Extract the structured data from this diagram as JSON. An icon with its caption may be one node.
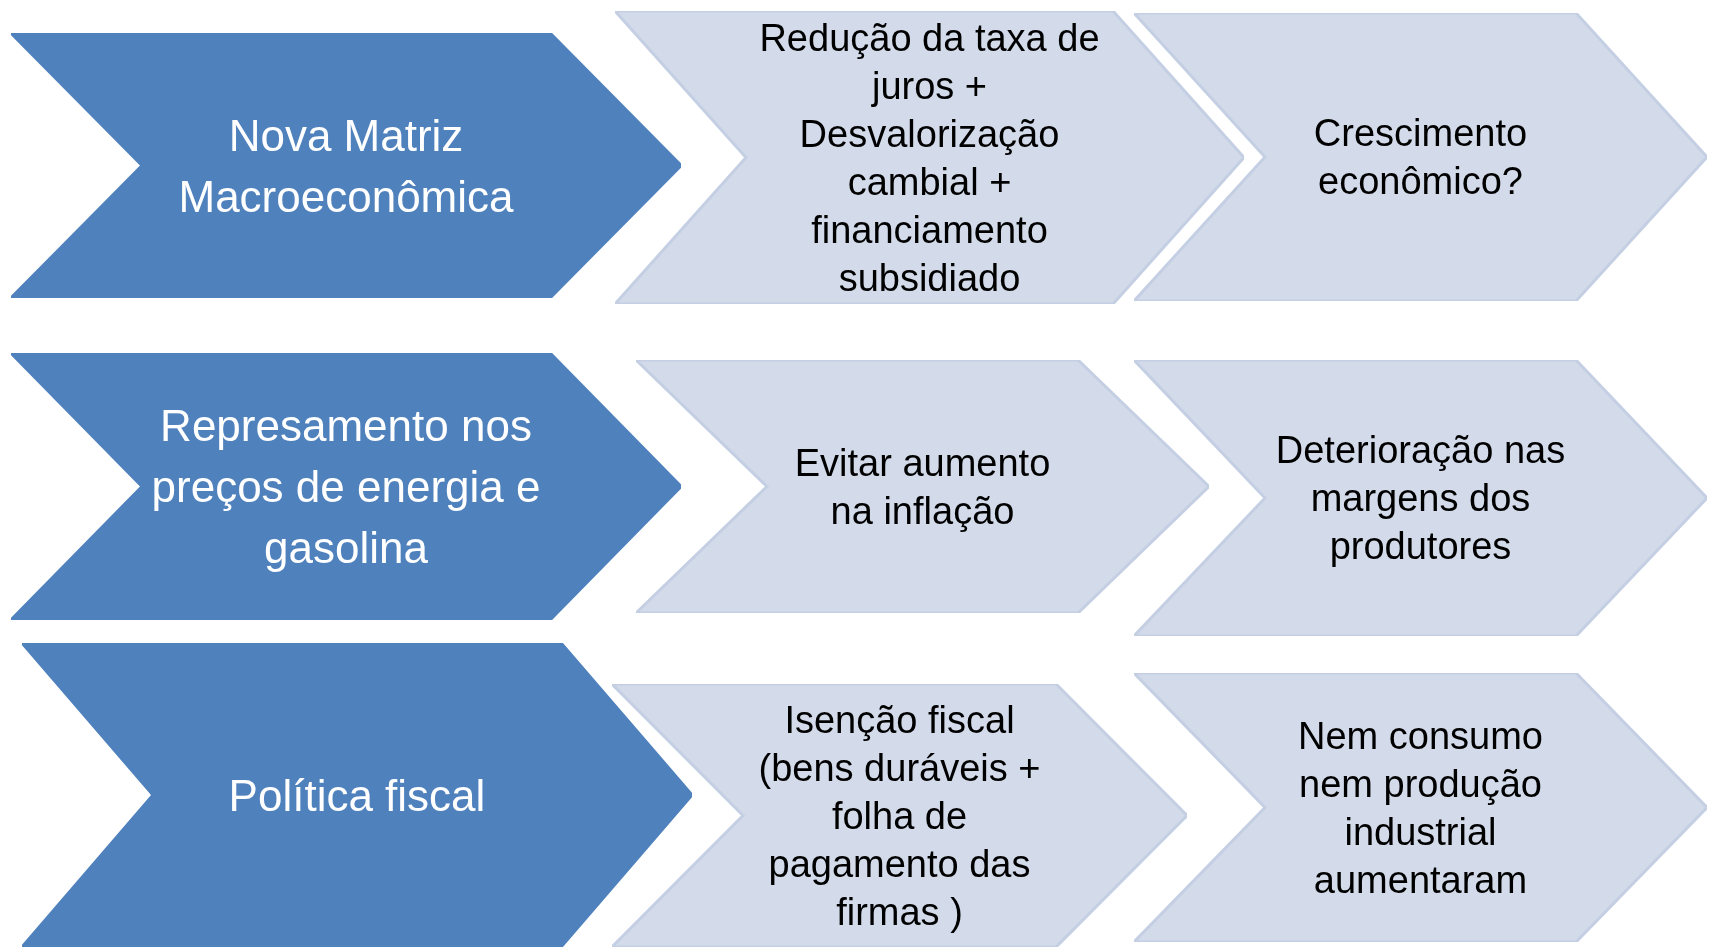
{
  "diagram": {
    "nodes": [
      {
        "text": [
          "Nova Matriz Macroeconômica"
        ]
      },
      {
        "text": [
          "Redução da taxa de juros + Desvalorização cambial  + financiamento subsidiado"
        ]
      },
      {
        "text": [
          "Crescimento econômico?"
        ]
      },
      {
        "text": [
          "Represamento nos preços de energia e gasolina"
        ]
      },
      {
        "text": [
          "Evitar aumento na inflação"
        ]
      },
      {
        "text": [
          "Deterioração nas margens dos produtores"
        ]
      },
      {
        "text": [
          "Política fiscal"
        ]
      },
      {
        "text": [
          "Isenção fiscal (bens duráveis + folha de pagamento das firmas )"
        ]
      },
      {
        "text": [
          "Nem consumo nem produção industrial aumentaram"
        ]
      }
    ]
  }
}
